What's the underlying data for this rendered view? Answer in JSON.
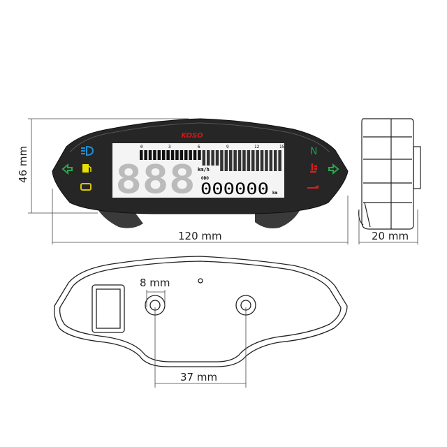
{
  "brand_logo": "KOSO",
  "dimensions": {
    "height": "46 mm",
    "width": "120 mm",
    "depth": "20 mm",
    "hole": "8 mm",
    "hole_spacing": "37 mm"
  },
  "display": {
    "tach_labels": [
      "0",
      "3",
      "6",
      "9",
      "12",
      "15"
    ],
    "speed": "888",
    "speed_unit": "km/h",
    "odo_label": "ODO",
    "odometer": "000000",
    "odo_unit": "km"
  },
  "indicators": {
    "neutral": "N",
    "colors": {
      "high_beam": "#1e8fd0",
      "fuel": "#e8e000",
      "engine": "#d8c800",
      "turn": "#2aa84a",
      "neutral": "#1f9a4a",
      "temp": "#d42020",
      "oil": "#d42020"
    }
  },
  "colors": {
    "body": "#262626",
    "lcd_bg": "#f4f4f4",
    "logo": "#d01818"
  }
}
